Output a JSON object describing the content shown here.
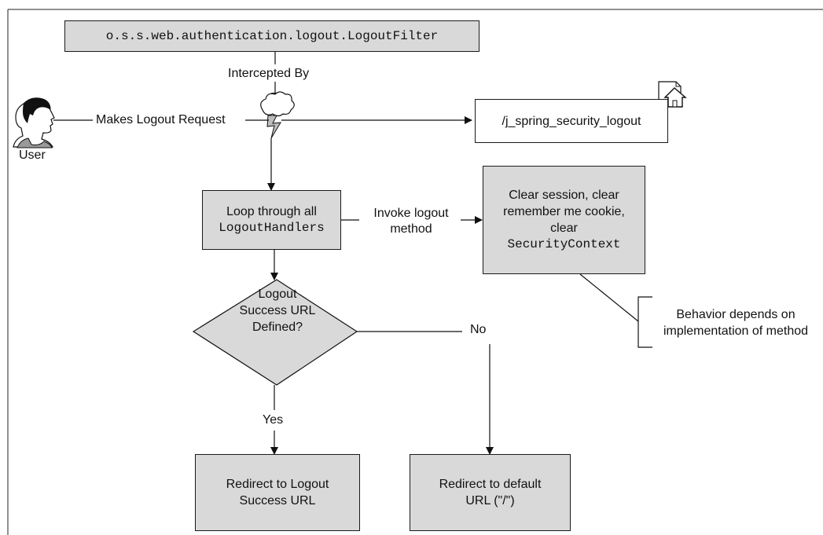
{
  "filter_box": {
    "label": "o.s.s.web.authentication.logout.LogoutFilter"
  },
  "intercepted_label": "Intercepted By",
  "user_label": "User",
  "request_label": "Makes Logout Request",
  "logout_url_box": {
    "label": "/j_spring_security_logout"
  },
  "loop_box": {
    "line1": "Loop through all",
    "line2": "LogoutHandlers"
  },
  "invoke_label": {
    "line1": "Invoke logout",
    "line2": "method"
  },
  "clear_box": {
    "line1": "Clear session, clear",
    "line2": "remember me cookie,",
    "line3": "clear",
    "line4": "SecurityContext"
  },
  "annotation": {
    "line1": "Behavior depends on",
    "line2": "implementation of method"
  },
  "decision": {
    "line1": "Logout",
    "line2": "Success URL",
    "line3": "Defined?"
  },
  "no_label": "No",
  "yes_label": "Yes",
  "redirect_success_box": {
    "line1": "Redirect to Logout",
    "line2": "Success URL"
  },
  "redirect_default_box": {
    "line1": "Redirect to default",
    "line2": "URL (\"/\")"
  }
}
